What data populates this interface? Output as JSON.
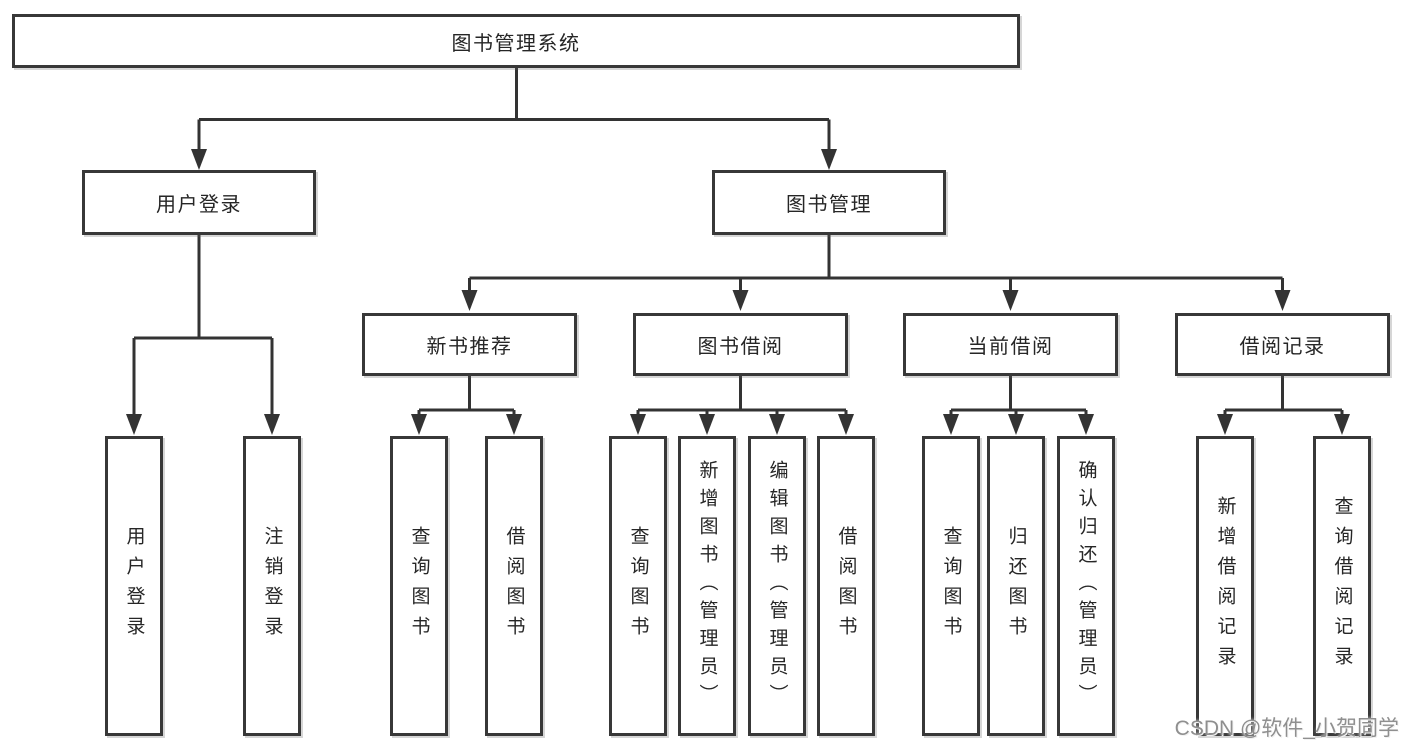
{
  "diagram": {
    "root": {
      "label": "图书管理系统"
    },
    "level2": {
      "user_login": {
        "label": "用户登录"
      },
      "book_management": {
        "label": "图书管理"
      }
    },
    "level3": {
      "new_book_recommend": {
        "label": "新书推荐"
      },
      "book_borrow": {
        "label": "图书借阅"
      },
      "current_borrow": {
        "label": "当前借阅"
      },
      "borrow_records": {
        "label": "借阅记录"
      }
    },
    "leaves": {
      "user_login": {
        "label": "用户登录"
      },
      "logout": {
        "label": "注销登录"
      },
      "recommend_query_books": {
        "label": "查询图书"
      },
      "recommend_borrow_books": {
        "label": "借阅图书"
      },
      "borrow_query_books": {
        "label": "查询图书"
      },
      "borrow_add_books_admin": {
        "label": "新增图书（管理员）"
      },
      "borrow_edit_books_admin": {
        "label": "编辑图书（管理员）"
      },
      "borrow_borrow_books": {
        "label": "借阅图书"
      },
      "current_query_books": {
        "label": "查询图书"
      },
      "current_return_books": {
        "label": "归还图书"
      },
      "current_confirm_return_admin": {
        "label": "确认归还（管理员）"
      },
      "records_add_record": {
        "label": "新增借阅记录"
      },
      "records_query_record": {
        "label": "查询借阅记录"
      }
    }
  },
  "watermark": {
    "text": "CSDN @软件_小贺同学"
  },
  "colors": {
    "line": "#333333",
    "box_border": "#383838",
    "text": "#262626",
    "watermark": "#8f8f8f",
    "background": "#ffffff"
  }
}
